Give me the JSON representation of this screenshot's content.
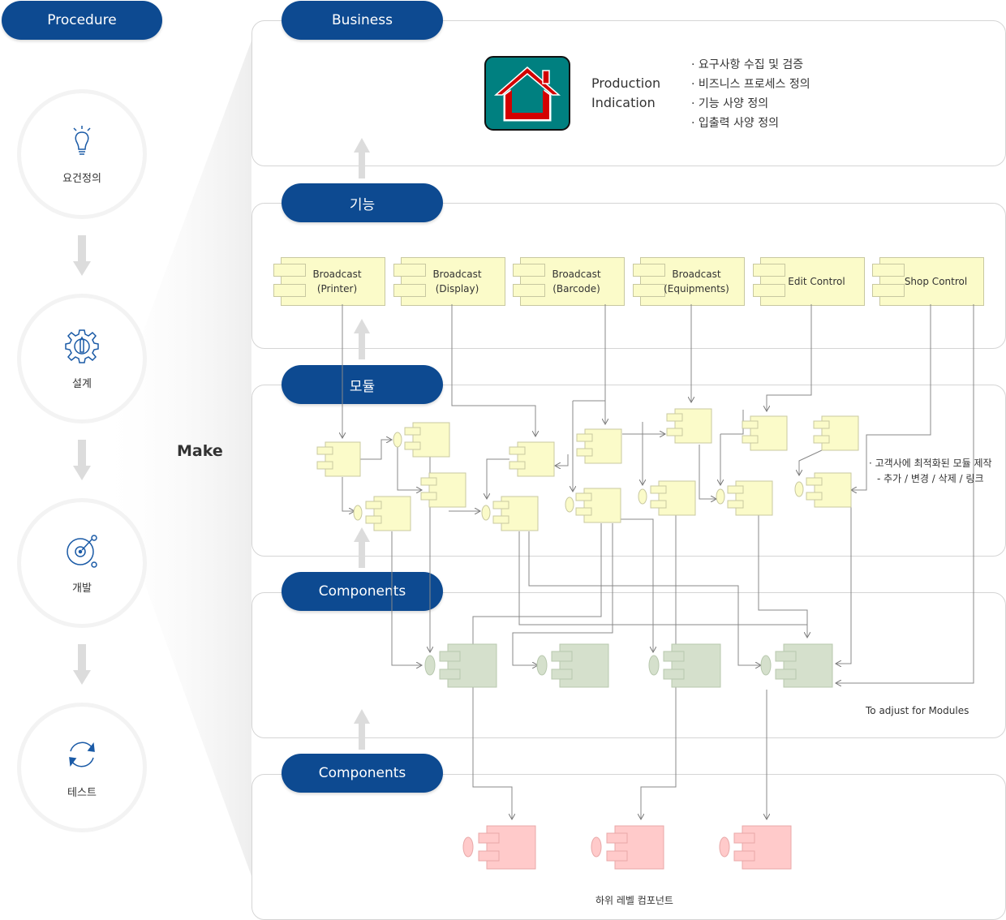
{
  "procedure": {
    "header": "Procedure",
    "steps": [
      {
        "label": "요건정의",
        "icon": "lightbulb-icon"
      },
      {
        "label": "설계",
        "icon": "gear-pencil-icon"
      },
      {
        "label": "개발",
        "icon": "target-icon"
      },
      {
        "label": "테스트",
        "icon": "refresh-icon"
      }
    ],
    "make_label": "Make"
  },
  "layers": {
    "business": "Business",
    "function": "기능",
    "module": "모듈",
    "components1": "Components",
    "components2": "Components"
  },
  "business": {
    "title_line1": "Production",
    "title_line2": "Indication",
    "items": [
      "요구사항 수집 및 검증",
      "비즈니스 프로세스 정의",
      "기능 사양 정의",
      "입출력 사양 정의"
    ],
    "logo_icon": "house-icon",
    "colors": {
      "logo_bg": "#008080",
      "logo_house": "#d40000"
    }
  },
  "functions": [
    {
      "line1": "Broadcast",
      "line2": "(Printer)"
    },
    {
      "line1": "Broadcast",
      "line2": "(Display)"
    },
    {
      "line1": "Broadcast",
      "line2": "(Barcode)"
    },
    {
      "line1": "Broadcast",
      "line2": "(Equipments)"
    },
    {
      "line1": "Edit Control",
      "line2": ""
    },
    {
      "line1": "Shop Control",
      "line2": ""
    }
  ],
  "module_note": {
    "line1": "고객사에 최적화된 모듈 제작",
    "line2": "- 추가 / 변경 / 삭제 / 링크"
  },
  "components_note": "To adjust for Modules",
  "lower_note": "하위 레벨 컴포넌트",
  "colors": {
    "pill": "#0d4a91",
    "module": "#fbfbc9",
    "component": "#d5e0cc",
    "lower": "#ffcaca"
  }
}
